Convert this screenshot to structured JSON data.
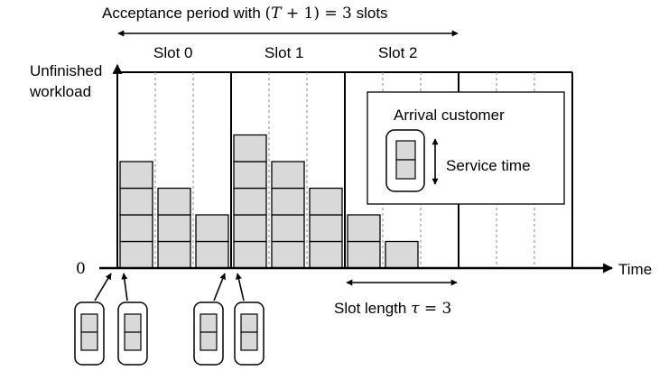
{
  "title": {
    "prefix": "Acceptance period with ",
    "paren_open": "(",
    "T": "T",
    "plus_one": " + 1",
    "paren_close": ")",
    "eq": " = 3",
    "suffix": " slots"
  },
  "slots": [
    "Slot 0",
    "Slot 1",
    "Slot 2"
  ],
  "y_axis_label": [
    "Unfinished",
    "workload"
  ],
  "origin_label": "0",
  "x_axis_label": "Time",
  "slot_length": {
    "prefix": "Slot length ",
    "tau": "τ",
    "eq": " = 3"
  },
  "legend": {
    "title": "Arrival customer",
    "service_time_label": "Service time"
  },
  "workload_bars": [
    4,
    3,
    2,
    5,
    4,
    3,
    2,
    1
  ],
  "arrivals": [
    {
      "time_step": 0,
      "customers": 2
    },
    {
      "time_step": 3,
      "customers": 2
    }
  ]
}
